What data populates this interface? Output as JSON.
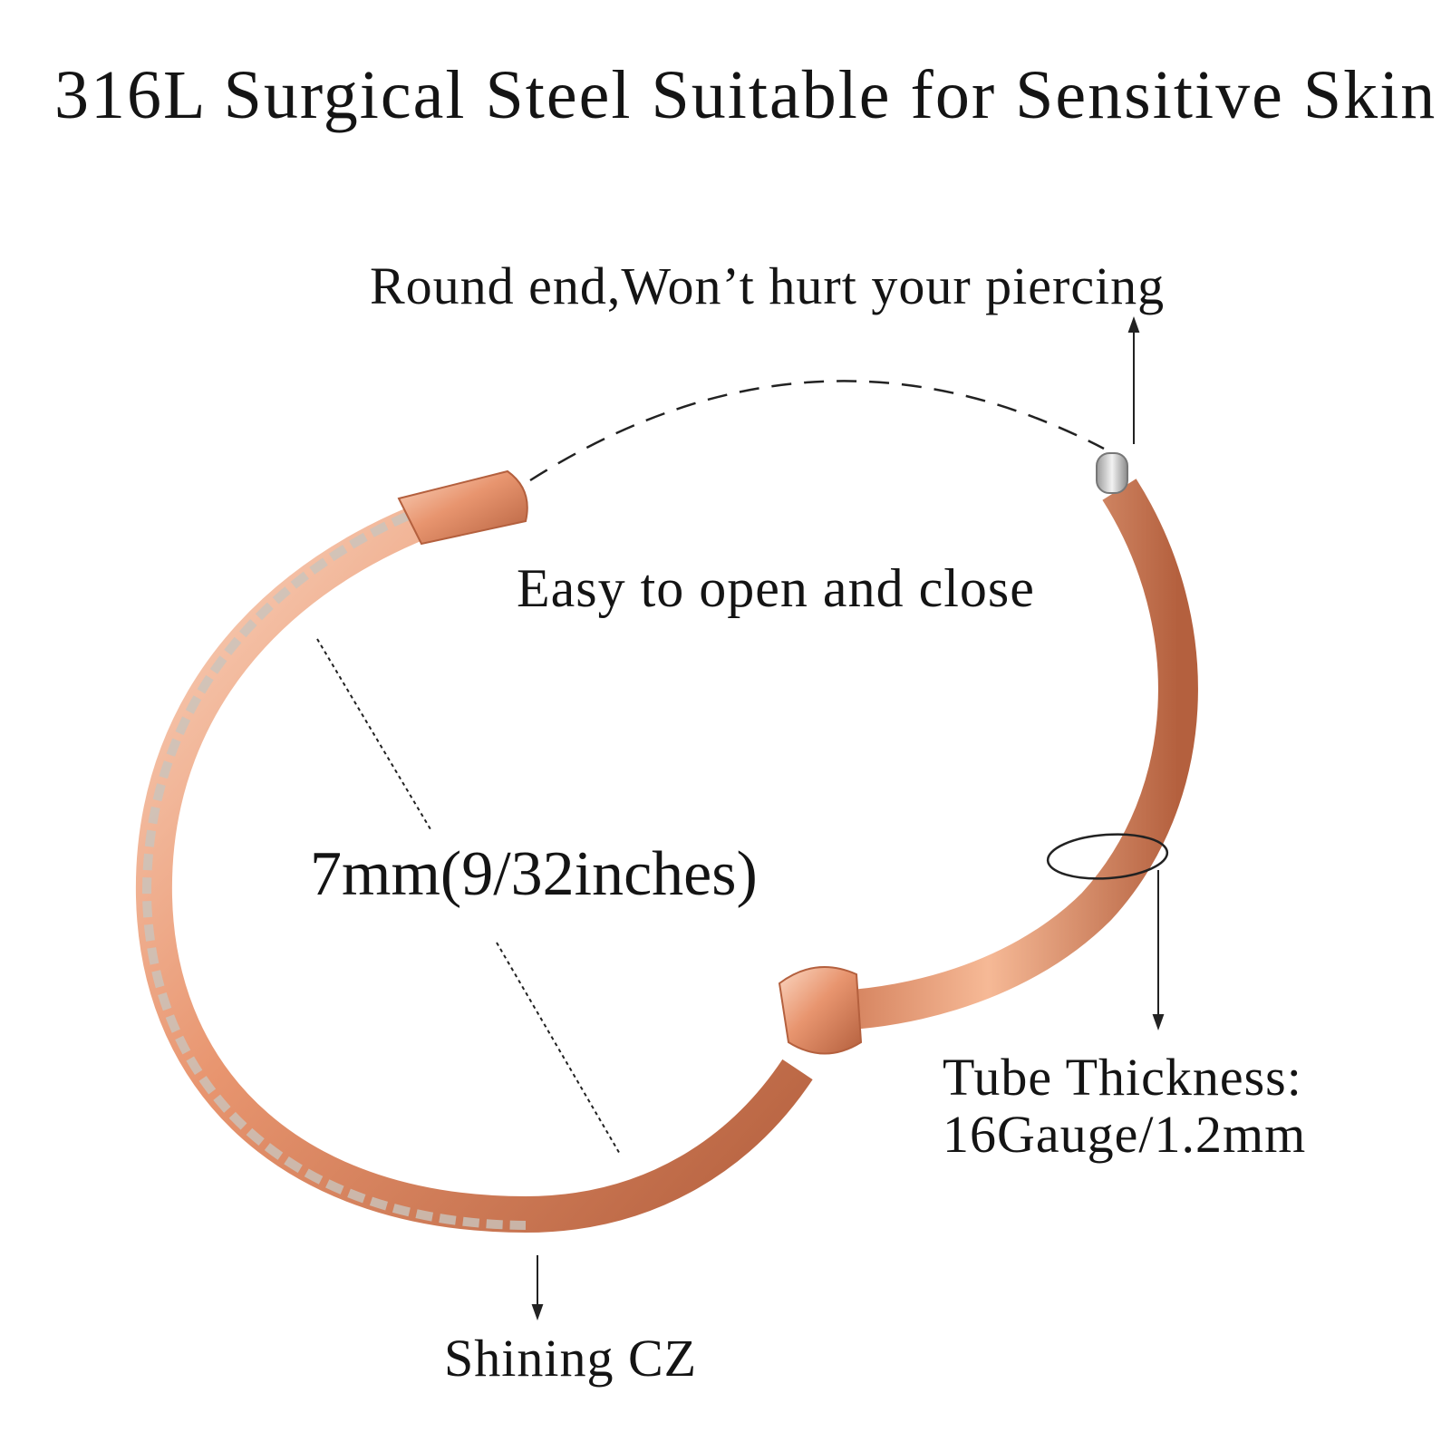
{
  "title": "316L Surgical Steel Suitable for Sensitive Skin",
  "annotations": {
    "round_end": "Round end,Won’t hurt your piercing",
    "easy_open": "Easy to open and close",
    "size": "7mm(9/32inches)",
    "tube_line1": "Tube Thickness:",
    "tube_line2": "16Gauge/1.2mm",
    "cz": "Shining CZ"
  },
  "colors": {
    "rose_gold": "#e8956f",
    "rose_gold_dark": "#b4603e",
    "rose_gold_light": "#fbd7c2",
    "background": "#ffffff",
    "text": "#141414"
  }
}
